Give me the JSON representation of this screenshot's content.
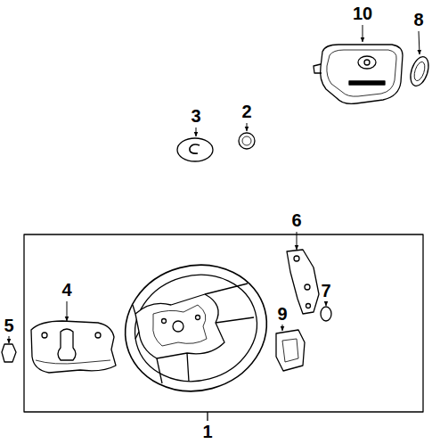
{
  "diagram": {
    "labels": [
      "10",
      "8",
      "3",
      "2",
      "6",
      "4",
      "7",
      "5",
      "9",
      "1"
    ]
  }
}
